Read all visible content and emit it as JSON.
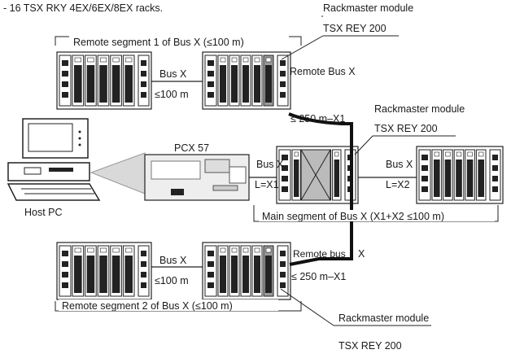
{
  "header": {
    "rack_list": "- 16 TSX RKY 4EX/6EX/8EX racks."
  },
  "segments": {
    "remote1": "Remote segment 1 of Bus X (≤100 m)",
    "main": "Main segment of Bus X (X1+X2 ≤100 m)",
    "remote2": "Remote segment 2 of Bus X (≤100 m)"
  },
  "rackmasters": [
    {
      "title": "Rackmaster module",
      "ref": "TSX REY 200"
    },
    {
      "title": "Rackmaster module",
      "ref": "TSX REY 200"
    },
    {
      "title": "Rackmaster module",
      "ref": "TSX REY 200"
    }
  ],
  "labels": {
    "bus_x": "Bus X",
    "le100": "≤100 m",
    "remote_bus_top": "Remote Bus X",
    "dist_top": "≤ 250 m–X1",
    "remote_bus_bottom": "Remote bus",
    "x_letter": "X",
    "dist_bottom": "≤ 250 m–X1",
    "l_x1": "L=X1",
    "l_x2": "L=X2",
    "pcx": "PCX 57",
    "host_pc": "Host PC"
  }
}
